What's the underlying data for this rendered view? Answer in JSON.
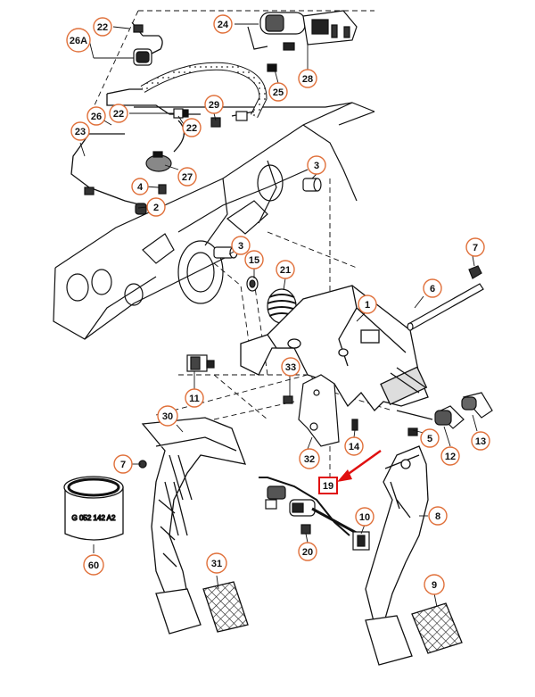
{
  "diagram": {
    "callouts": [
      {
        "id": "26A",
        "text": "26A"
      },
      {
        "id": "22a",
        "text": "22"
      },
      {
        "id": "24",
        "text": "24"
      },
      {
        "id": "28",
        "text": "28"
      },
      {
        "id": "25",
        "text": "25"
      },
      {
        "id": "22b",
        "text": "22"
      },
      {
        "id": "26",
        "text": "26"
      },
      {
        "id": "29",
        "text": "29"
      },
      {
        "id": "23",
        "text": "23"
      },
      {
        "id": "22c",
        "text": "22"
      },
      {
        "id": "27",
        "text": "27"
      },
      {
        "id": "4",
        "text": "4"
      },
      {
        "id": "2",
        "text": "2"
      },
      {
        "id": "3a",
        "text": "3"
      },
      {
        "id": "3b",
        "text": "3"
      },
      {
        "id": "15",
        "text": "15"
      },
      {
        "id": "21",
        "text": "21"
      },
      {
        "id": "7a",
        "text": "7"
      },
      {
        "id": "6",
        "text": "6"
      },
      {
        "id": "1",
        "text": "1"
      },
      {
        "id": "33",
        "text": "33"
      },
      {
        "id": "11",
        "text": "11"
      },
      {
        "id": "30",
        "text": "30"
      },
      {
        "id": "14",
        "text": "14"
      },
      {
        "id": "5",
        "text": "5"
      },
      {
        "id": "13",
        "text": "13"
      },
      {
        "id": "12",
        "text": "12"
      },
      {
        "id": "7b",
        "text": "7"
      },
      {
        "id": "32",
        "text": "32"
      },
      {
        "id": "19",
        "text": "19"
      },
      {
        "id": "8",
        "text": "8"
      },
      {
        "id": "10",
        "text": "10"
      },
      {
        "id": "20",
        "text": "20"
      },
      {
        "id": "60",
        "text": "60"
      },
      {
        "id": "31",
        "text": "31"
      },
      {
        "id": "9",
        "text": "9"
      }
    ],
    "tube_label": "G 052 142 A2",
    "colors": {
      "callout_ring": "#e0703a",
      "highlight": "#e01010",
      "line": "#111111"
    }
  }
}
